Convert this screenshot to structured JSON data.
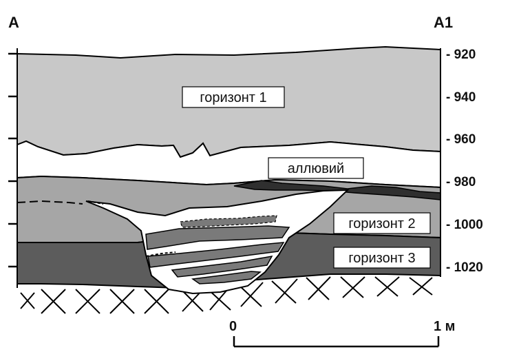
{
  "section": {
    "left_label": "A",
    "right_label": "A1"
  },
  "depth_axis": {
    "ticks": [
      "- 920",
      "- 940",
      "- 960",
      "- 980",
      "- 1000",
      "- 1020"
    ]
  },
  "layers": {
    "horizon1": "горизонт 1",
    "alluvium": "аллювий",
    "horizon2": "горизонт 2",
    "horizon3": "горизонт 3"
  },
  "scale_bar": {
    "start": "0",
    "end": "1 м"
  },
  "colors": {
    "horizon1": "#c8c8c8",
    "alluvium": "#ffffff",
    "horizon2": "#a6a6a6",
    "horizon3": "#5c5c5c",
    "dark_lens": "#2f2f2f",
    "fill_mid": "#7a7a7a",
    "outline": "#000000"
  }
}
